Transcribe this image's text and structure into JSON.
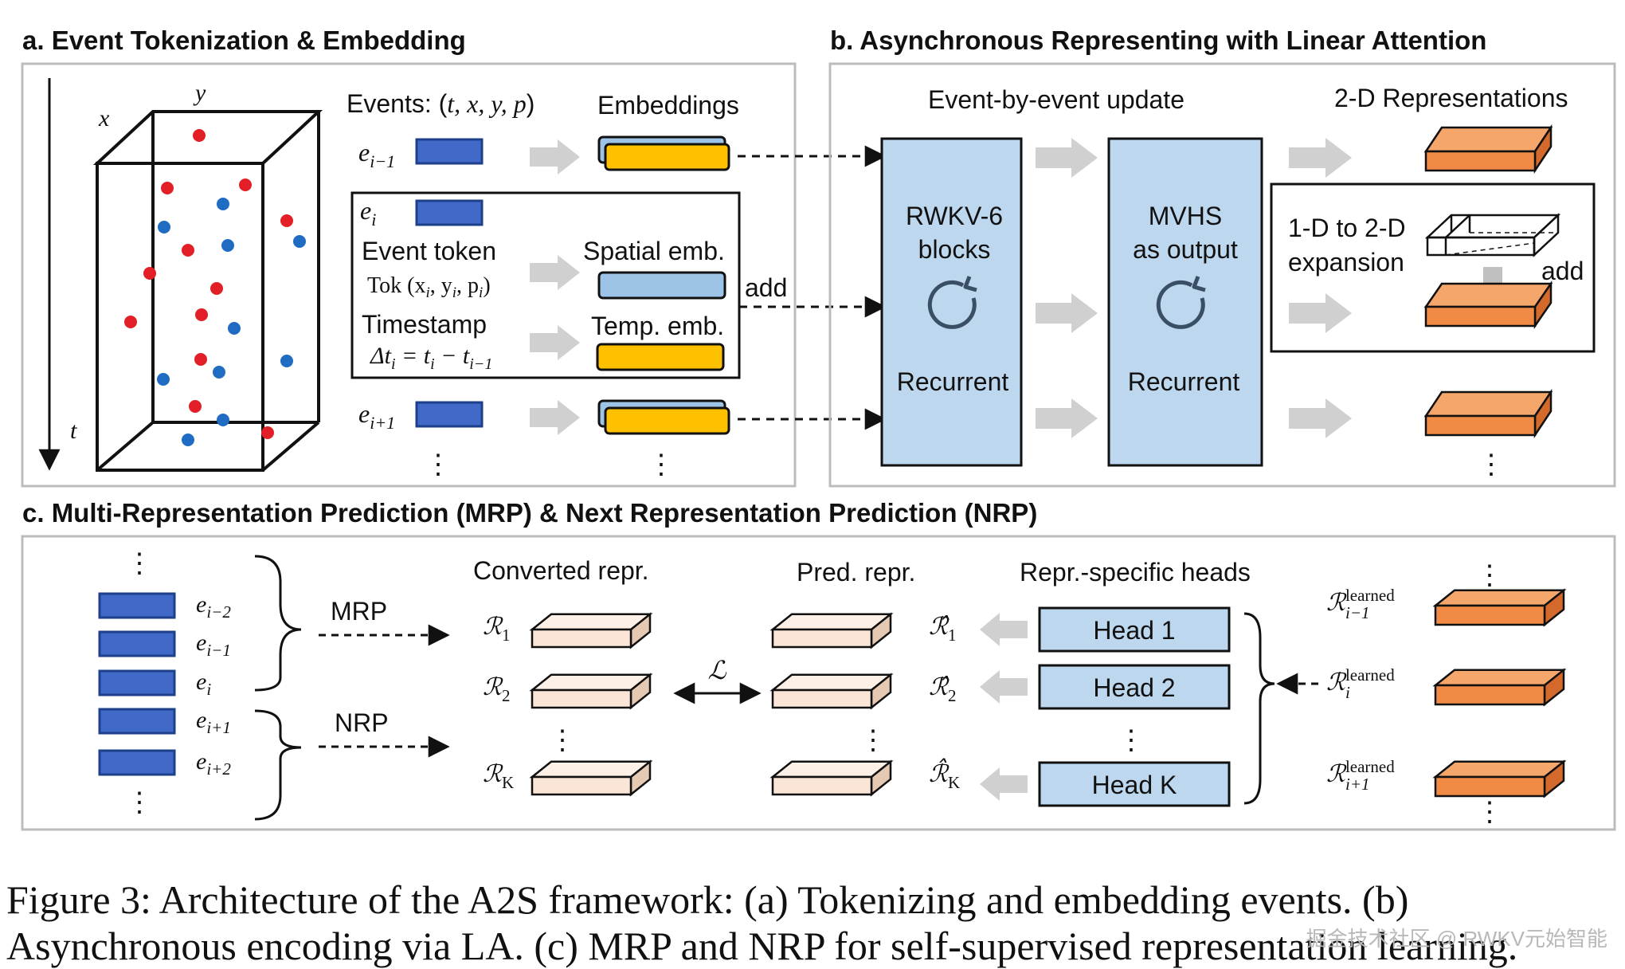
{
  "panel_a": {
    "title": "a. Event Tokenization & Embedding",
    "axis_x": "x",
    "axis_y": "y",
    "axis_t": "t",
    "events_header": "Events: (",
    "events_vars": "t, x, y, p",
    "events_header_close": ")",
    "embeddings_header": "Embeddings",
    "e_prev": "e",
    "e_prev_sub": "i−1",
    "e_cur": "e",
    "e_cur_sub": "i",
    "e_next": "e",
    "e_next_sub": "i+1",
    "event_token_label": "Event token",
    "tok_formula": "Tok (x",
    "tok_formula_rest": ", y",
    "tok_formula_p": ", p",
    "tok_i": "i",
    "tok_close": ")",
    "timestamp_label": "Timestamp",
    "delta_formula": "Δt",
    "delta_i": "i",
    "delta_eq": " = t",
    "delta_minus": " − t",
    "delta_sub": "i−1",
    "spatial_emb": "Spatial emb.",
    "temporal_emb": "Temp. emb.",
    "add_label": "add",
    "ellipsis": "⋮"
  },
  "panel_b": {
    "title": "b. Asynchronous Representing with Linear Attention",
    "update_header": "Event-by-event update",
    "repr_header": "2-D Representations",
    "block1_line1": "RWKV-6",
    "block1_line2": "blocks",
    "block1_bottom": "Recurrent",
    "block2_line1": "MVHS",
    "block2_line2": "as output",
    "block2_bottom": "Recurrent",
    "expansion_line1": "1-D to 2-D",
    "expansion_line2": "expansion",
    "add_label": "add",
    "ellipsis": "⋮"
  },
  "panel_c": {
    "title": "c. Multi-Representation Prediction (MRP) & Next Representation Prediction (NRP)",
    "tokens": [
      {
        "base": "e",
        "sub": "i−2"
      },
      {
        "base": "e",
        "sub": "i−1"
      },
      {
        "base": "e",
        "sub": "i"
      },
      {
        "base": "e",
        "sub": "i+1"
      },
      {
        "base": "e",
        "sub": "i+2"
      }
    ],
    "mrp_label": "MRP",
    "nrp_label": "NRP",
    "converted_header": "Converted repr.",
    "pred_header": "Pred. repr.",
    "heads_header": "Repr.-specific heads",
    "loss_label": "ℒ",
    "converted": [
      {
        "base": "ℛ",
        "sub": "1"
      },
      {
        "base": "ℛ",
        "sub": "2"
      },
      {
        "base": "ℛ",
        "sub": "K"
      }
    ],
    "predicted": [
      {
        "base": "ℛ̂",
        "sub": "1"
      },
      {
        "base": "ℛ̂",
        "sub": "2"
      },
      {
        "base": "ℛ̂",
        "sub": "K"
      }
    ],
    "heads": [
      "Head 1",
      "Head 2",
      "Head K"
    ],
    "learned": [
      {
        "base": "ℛ",
        "sup": "learned",
        "sub": "i−1"
      },
      {
        "base": "ℛ",
        "sup": "learned",
        "sub": "i"
      },
      {
        "base": "ℛ",
        "sup": "learned",
        "sub": "i+1"
      }
    ],
    "ellipsis": "⋮"
  },
  "caption": {
    "text": "Figure 3:   Architecture of the A2S framework: (a) Tokenizing and embedding events. (b) Asynchronous encoding via LA. (c) MRP and NRP for self-supervised representation learning."
  },
  "watermark": "掘金技术社区 @ RWKV元始智能",
  "colors": {
    "token_blue": "#4169c8",
    "embed_yellow": "#ffc000",
    "embed_blue": "#9dc3e6",
    "block_blue": "#bdd7ee",
    "orange": "#f08a45",
    "peach": "#fbe5d6",
    "arrow_gray": "#d0d0d0",
    "dot_red": "#e21f26",
    "dot_blue": "#1f6cc2"
  }
}
